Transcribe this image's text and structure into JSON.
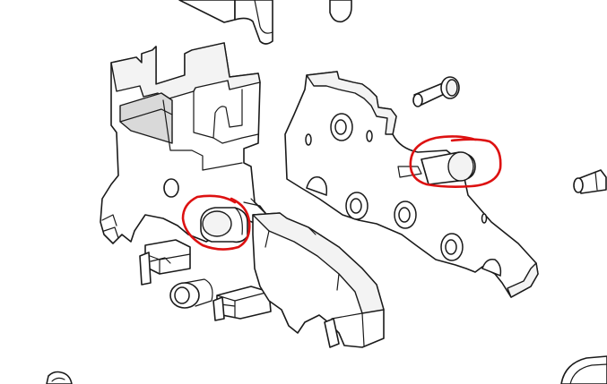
{
  "figure": {
    "kind": "exploded-isometric-line-drawing",
    "line_color": "#1a1a1a",
    "background": "#ffffff"
  },
  "annotations": {
    "color": "#dd1111",
    "count": 2,
    "shape": "hand-drawn-circle"
  }
}
